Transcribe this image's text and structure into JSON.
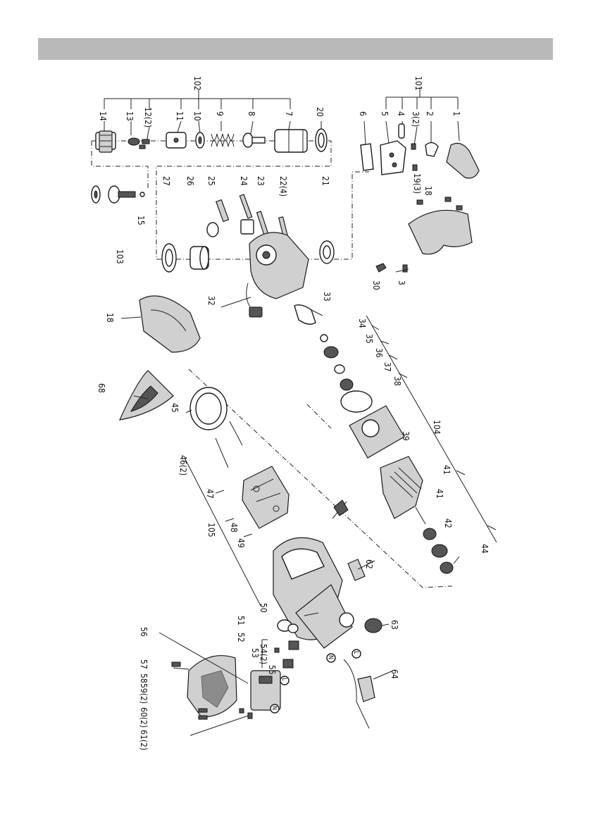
{
  "diagram": {
    "labels": [
      "1",
      "2",
      "3(2)",
      "4",
      "5",
      "6",
      "101",
      "7",
      "8",
      "9",
      "10",
      "11",
      "12(2)",
      "13",
      "14",
      "102",
      "15",
      "103",
      "18",
      "19(3)",
      "20",
      "21",
      "22(4)",
      "23",
      "24",
      "25",
      "26",
      "27",
      "3",
      "30",
      "32",
      "33",
      "18",
      "34",
      "35",
      "36",
      "37",
      "38",
      "68",
      "45",
      "104",
      "39",
      "41",
      "41",
      "42",
      "44",
      "46(2)",
      "47",
      "105",
      "48",
      "49",
      "62",
      "50",
      "51",
      "52",
      "53",
      "54(2)",
      "55",
      "63",
      "64",
      "56",
      "57",
      "58",
      "59(2)",
      "60(2)",
      "61(2)"
    ],
    "connector_marks": [
      "L",
      "N"
    ]
  }
}
